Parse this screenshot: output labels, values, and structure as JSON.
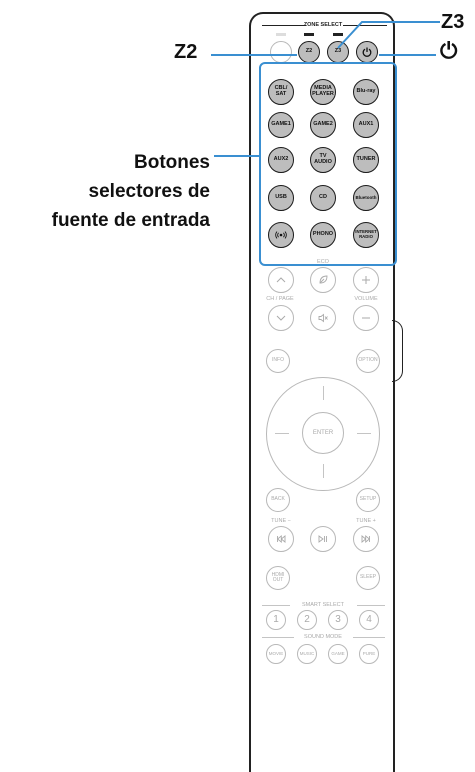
{
  "callouts": {
    "z2": "Z2",
    "z3": "Z3",
    "power_glyph": "⏻",
    "input_buttons_label_lines": [
      "Botones",
      "selectores de",
      "fuente de entrada"
    ]
  },
  "zone_select": {
    "title": "ZONE SELECT",
    "z2": "Z2",
    "z3": "Z3",
    "power": "⏻"
  },
  "input_buttons": [
    [
      "CBL/\nSAT",
      "MEDIA\nPLAYER",
      "Blu-ray"
    ],
    [
      "GAME1",
      "GAME2",
      "AUX1"
    ],
    [
      "AUX2",
      "TV\nAUDIO",
      "TUNER"
    ],
    [
      "USB",
      "CD",
      "Bluetooth"
    ],
    [
      "",
      "PHONO",
      "INTERNET\nRADIO"
    ]
  ],
  "controls": {
    "eco": "ECO",
    "ch_page": "CH / PAGE",
    "volume": "VOLUME",
    "info": "INFO",
    "option": "OPTION",
    "enter": "ENTER",
    "back": "BACK",
    "setup": "SETUP",
    "tune_minus": "TUNE −",
    "tune_plus": "TUNE +",
    "hdmi_out": "HDMI\nOUT",
    "sleep": "SLEEP",
    "smart_select": "SMART SELECT",
    "smart_numbers": [
      "1",
      "2",
      "3",
      "4"
    ],
    "sound_mode": "SOUND MODE",
    "sound_modes": [
      "MOVIE",
      "MUSIC",
      "GAME",
      "PURE"
    ]
  },
  "colors": {
    "accent_blue": "#3a8fd1",
    "highlight_button": "#bdbdbd",
    "inactive": "#b8b8b8"
  }
}
